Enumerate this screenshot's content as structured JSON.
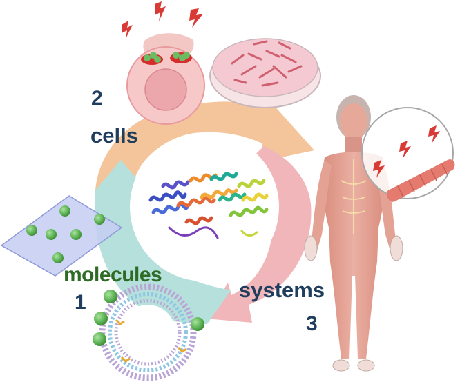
{
  "labels": {
    "cells_number": "2",
    "cells": "cells",
    "molecules": "molecules",
    "molecules_number": "1",
    "systems": "systems",
    "systems_number": "3"
  },
  "colors": {
    "arc_cells": "#f4c59a",
    "arc_systems": "#f0b6b9",
    "arc_molecules": "#b5e0dc",
    "label_dark": "#1f3e5e",
    "label_green": "#2e6b25",
    "molecule_green": "#62b55b",
    "lightning": "#d83a36",
    "muscle": "#e4a595",
    "cell_pink": "#f6c8c8",
    "slide_blue": "#c5ccf2"
  }
}
